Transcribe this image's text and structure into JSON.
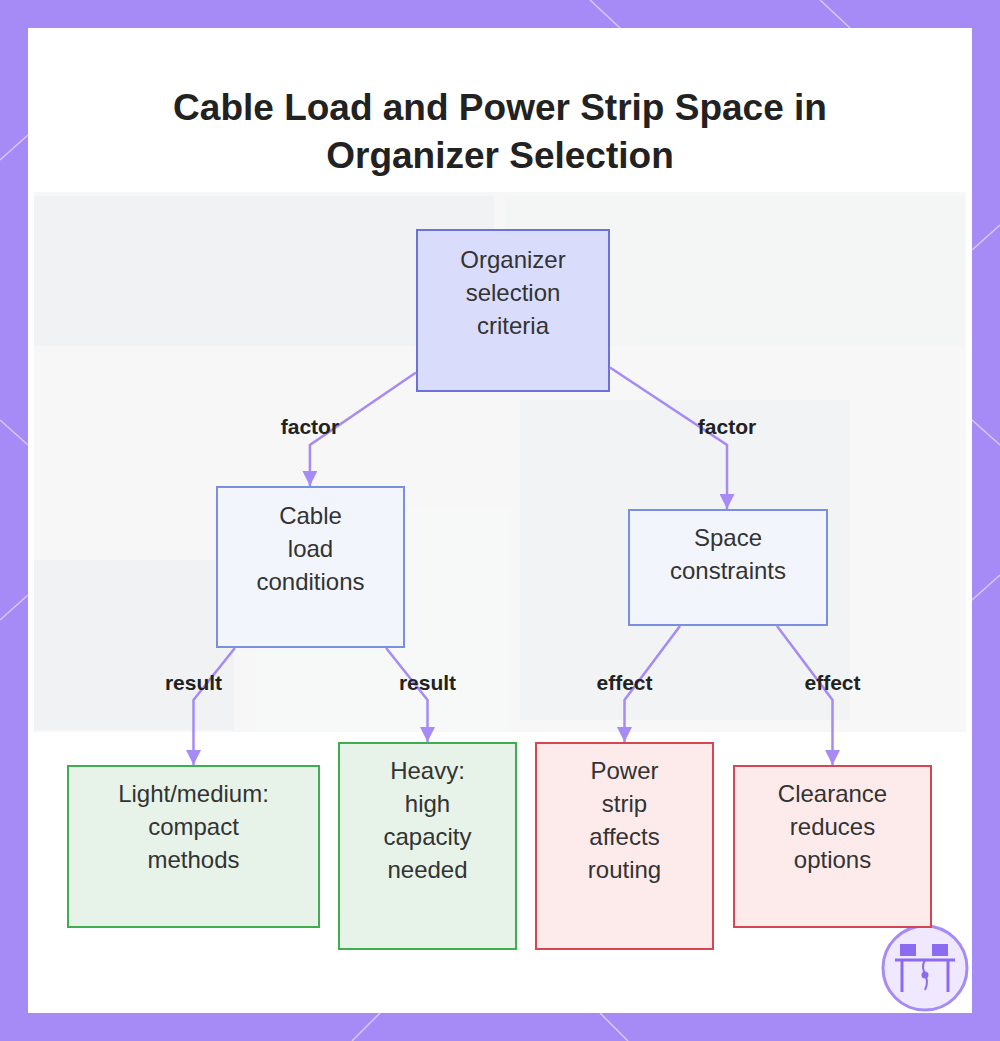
{
  "diagram": {
    "title": "Cable Load and Power Strip Space in Organizer Selection",
    "nodes": [
      {
        "text": [
          "Organizer selection criteria"
        ]
      },
      {
        "text": [
          "Cable load conditions"
        ]
      },
      {
        "text": [
          "Space constraints"
        ]
      },
      {
        "text": [
          "Light/medium: compact methods"
        ]
      },
      {
        "text": [
          "Heavy: high capacity needed"
        ]
      },
      {
        "text": [
          "Power strip affects routing"
        ]
      },
      {
        "text": [
          "Clearance reduces options"
        ]
      }
    ],
    "edges": [
      {
        "from": 0,
        "to": 1,
        "label": "factor",
        "arrow": "to"
      },
      {
        "from": 0,
        "to": 2,
        "label": "factor",
        "arrow": "to"
      },
      {
        "from": 1,
        "to": 3,
        "label": "result",
        "arrow": "to"
      },
      {
        "from": 1,
        "to": 4,
        "label": "result",
        "arrow": "to"
      },
      {
        "from": 2,
        "to": 5,
        "label": "effect",
        "arrow": "to"
      },
      {
        "from": 2,
        "to": 6,
        "label": "effect",
        "arrow": "to"
      }
    ]
  }
}
